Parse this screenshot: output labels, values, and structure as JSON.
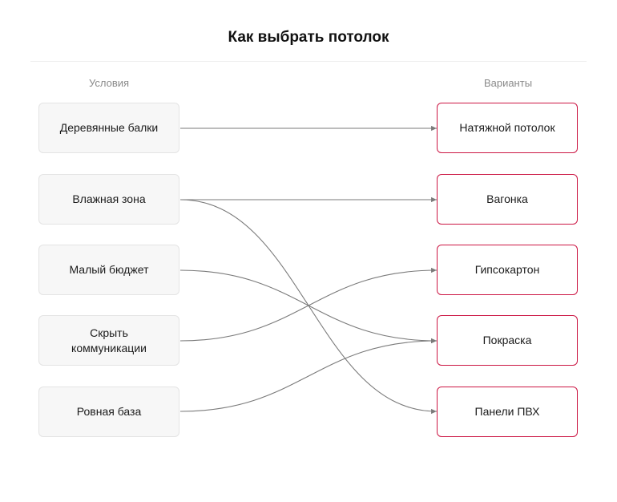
{
  "title": "Как выбрать потолок",
  "left_column_label": "Условия",
  "right_column_label": "Варианты",
  "conditions": [
    {
      "id": "c1",
      "label": "Деревянные балки"
    },
    {
      "id": "c2",
      "label": "Влажная зона"
    },
    {
      "id": "c3",
      "label": "Малый бюджет"
    },
    {
      "id": "c4",
      "label": "Скрыть коммуникации"
    },
    {
      "id": "c5",
      "label": "Ровная база"
    }
  ],
  "options": [
    {
      "id": "o1",
      "label": "Натяжной потолок"
    },
    {
      "id": "o2",
      "label": "Вагонка"
    },
    {
      "id": "o3",
      "label": "Гипсокартон"
    },
    {
      "id": "o4",
      "label": "Покраска"
    },
    {
      "id": "o5",
      "label": "Панели ПВХ"
    }
  ],
  "links": [
    {
      "from": "c1",
      "to": "o1"
    },
    {
      "from": "c2",
      "to": "o2"
    },
    {
      "from": "c2",
      "to": "o5"
    },
    {
      "from": "c3",
      "to": "o4"
    },
    {
      "from": "c4",
      "to": "o3"
    },
    {
      "from": "c5",
      "to": "o4"
    }
  ],
  "colors": {
    "option_border": "#cc1744",
    "link": "#7a7a7a"
  }
}
